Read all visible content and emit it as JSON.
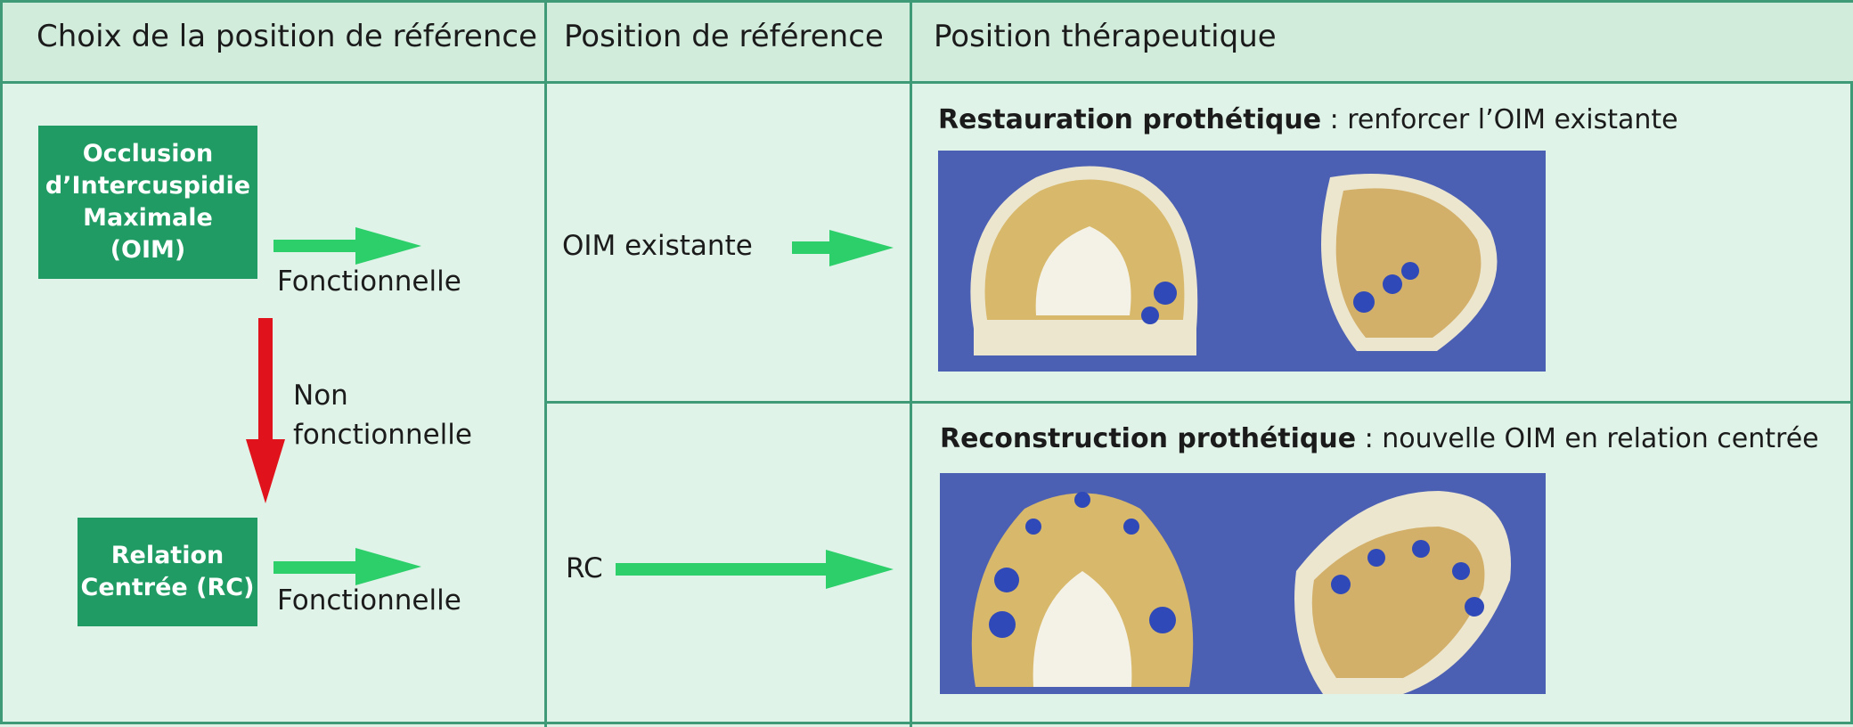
{
  "headers": {
    "col1": "Choix de la position de référence",
    "col2": "Position de référence",
    "col3": "Position thérapeutique"
  },
  "boxes": {
    "oim": [
      "Occlusion",
      "d’Intercuspidie",
      "Maximale",
      "(OIM)"
    ],
    "rc": [
      "Relation",
      "Centrée (RC)"
    ]
  },
  "labels": {
    "fonctionnelle_top": "Fonctionnelle",
    "non": "Non",
    "non_fonctionnelle": "fonctionnelle",
    "fonctionnelle_bottom": "Fonctionnelle",
    "oim_existante": "OIM existante",
    "rc": "RC"
  },
  "therapy": {
    "top_bold": "Restauration prothétique",
    "top_rest": " : renforcer l’OIM existante",
    "bottom_bold": "Reconstruction prothétique",
    "bottom_rest": " : nouvelle OIM en relation centrée"
  },
  "colors": {
    "box": "#1f9b63",
    "arrow_green": "#2ccf6a",
    "arrow_red": "#e0121b",
    "grid": "#3f9a78",
    "photo_bg": "#4b5fb3"
  }
}
